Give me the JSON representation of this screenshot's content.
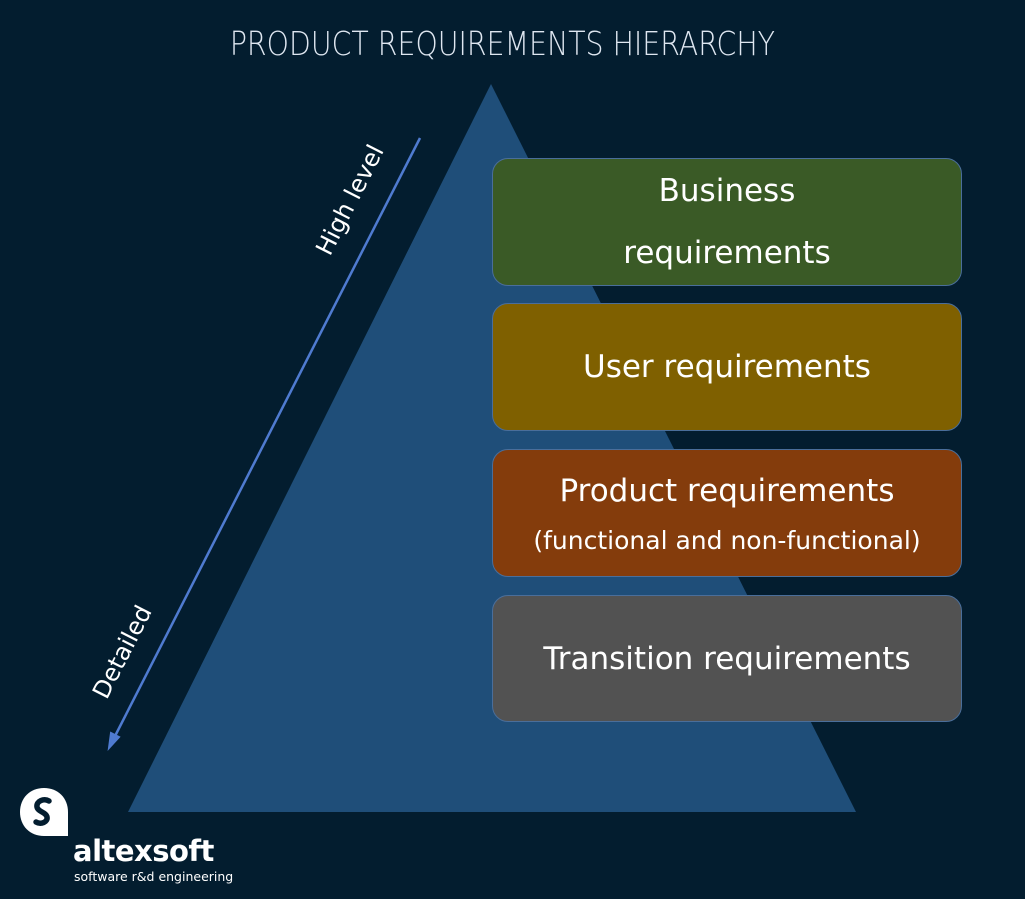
{
  "title": "PRODUCT REQUIREMENTS HIERARCHY",
  "colors": {
    "background": "#031d2f",
    "triangle": "#1f4e79",
    "arrow": "#4f7bd0",
    "business": "#3a5a26",
    "user": "#7f6000",
    "product": "#843c0c",
    "transition": "#525252"
  },
  "axis": {
    "top_label": "High level",
    "bottom_label": "Detailed",
    "arrow_direction": "top-to-bottom"
  },
  "levels": [
    {
      "id": "business",
      "line1": "Business",
      "line2": "requirements"
    },
    {
      "id": "user",
      "line1": "User requirements",
      "line2": ""
    },
    {
      "id": "product",
      "line1": "Product requirements",
      "line2": "(functional and non-functional)"
    },
    {
      "id": "transition",
      "line1": "Transition requirements",
      "line2": ""
    }
  ],
  "branding": {
    "logo_icon": "altexsoft-speech-bubble-s-icon",
    "name": "altexsoft",
    "tagline": "software r&d engineering"
  }
}
